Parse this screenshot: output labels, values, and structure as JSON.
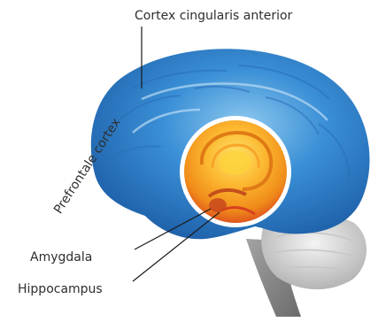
{
  "labels": {
    "cortex_cingularis": "Cortex cingularis anterior",
    "prefrontal": "Prefrontale cortex",
    "amygdala": "Amygdala",
    "hippocampus": "Hippocampus"
  },
  "colors": {
    "cortex_dark": "#1d5fa8",
    "cortex_mid": "#3a8fd6",
    "cortex_light": "#8ec9ef",
    "highlight_ring": "#ffffff",
    "limbic_orange": "#f08c1a",
    "limbic_yellow": "#fcd23a",
    "limbic_red": "#d8401e",
    "cerebellum": "#d9d9d9",
    "brainstem": "#8a8a8a",
    "label_text": "#2e2e2e"
  }
}
